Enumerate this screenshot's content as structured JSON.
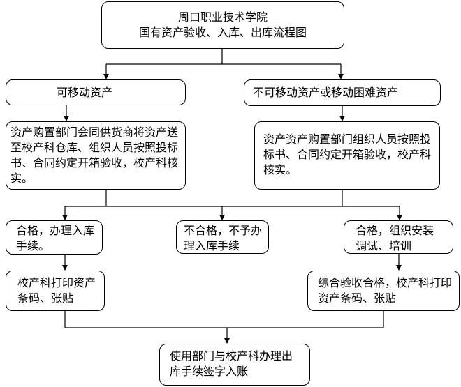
{
  "title": {
    "line1": "周口职业技术学院",
    "line2": "国有资产验收、入库、出库流程图"
  },
  "branches": {
    "movable": "可移动资产",
    "immovable": "不可移动资产或移动困难资产"
  },
  "steps": {
    "movable_receive": "资产购置部门会同供货商将资产送至校产科仓库、组织人员按照投标书、合同约定开箱验收，校产科核实。",
    "immovable_receive": "资产资产购置部门组织人员按照投标书、合同约定开箱验收，校产科核实。",
    "qualified_storage": "合格，办理入库手续。",
    "unqualified": "不合格，不予办理入库手续",
    "qualified_install": "合格，组织安装调试、培训",
    "print_barcode_left": "校产科打印资产条码、张贴",
    "print_barcode_right": "综合验收合格，校产科打印资产条码、张贴",
    "outbound": "使用部门与校产科办理出库手续签字入账"
  }
}
